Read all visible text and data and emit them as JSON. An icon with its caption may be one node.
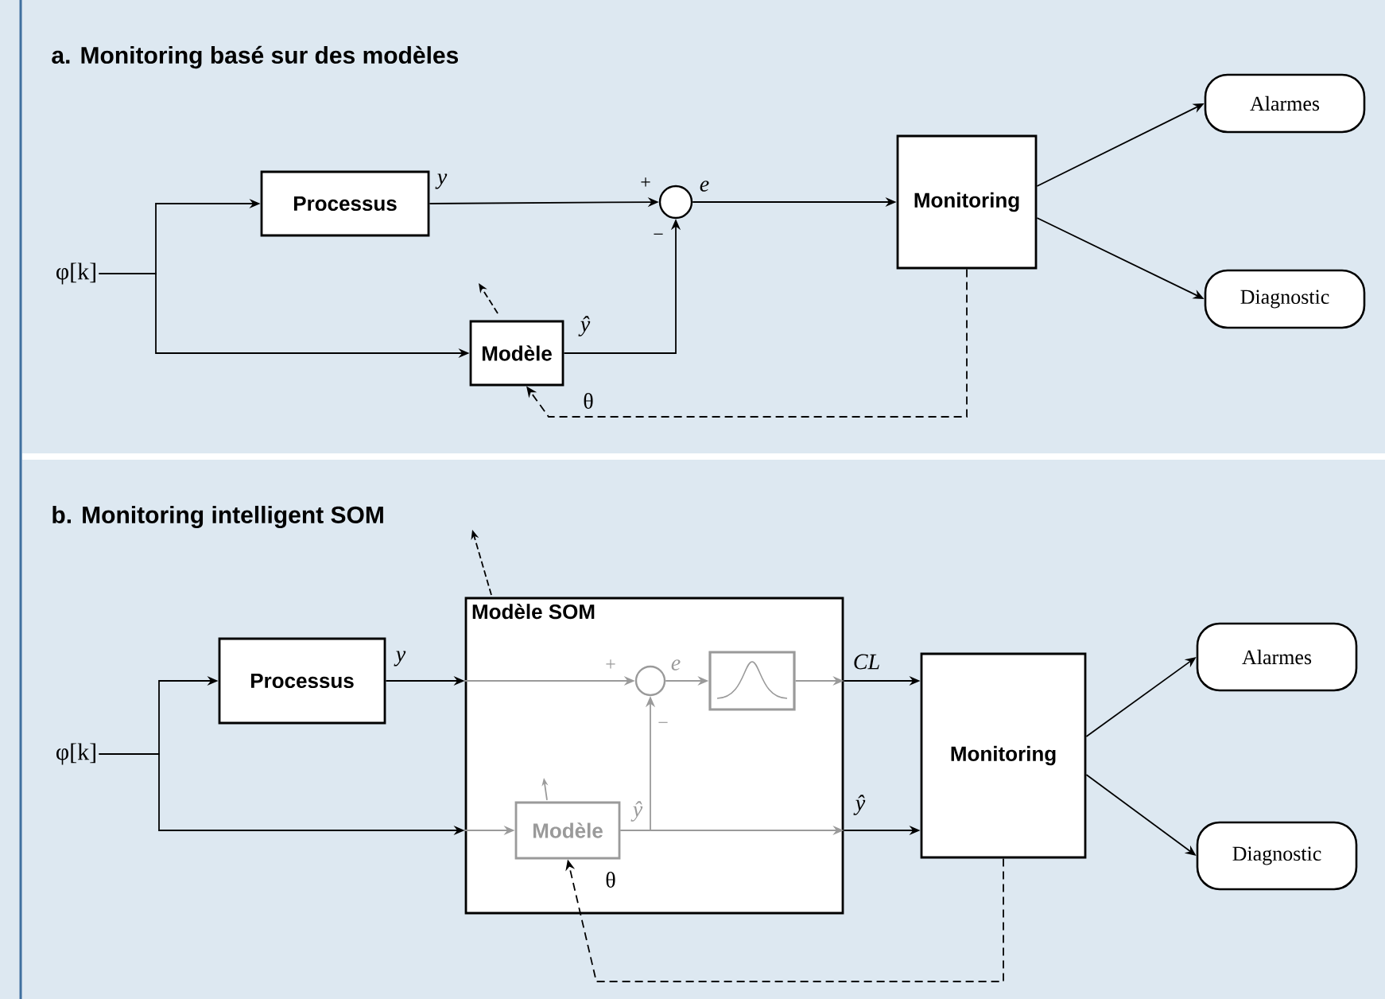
{
  "diagram": {
    "nodes": [
      {
        "text": [
          "φ[k]"
        ]
      },
      {
        "text": [
          "Processus"
        ]
      },
      {
        "text": [],
        "shape": "circle"
      },
      {
        "text": [
          "Monitoring"
        ]
      },
      {
        "text": [
          "Alarmes"
        ]
      },
      {
        "text": [
          "Diagnostic"
        ]
      },
      {
        "text": [
          "Modèle"
        ]
      },
      {
        "text": [
          "φ[k]"
        ]
      },
      {
        "text": [
          "Processus"
        ]
      },
      {
        "text": [
          "Modèle SOM"
        ]
      },
      {
        "text": [],
        "shape": "circle",
        "in": 9
      },
      {
        "text": [],
        "shape": "box",
        "in": 9
      },
      {
        "text": [
          "Modèle"
        ],
        "in": 9
      },
      {
        "text": [
          "Monitoring"
        ]
      },
      {
        "text": [
          "Alarmes"
        ]
      },
      {
        "text": [
          "Diagnostic"
        ]
      }
    ],
    "edges": [
      {
        "from": 0,
        "to": 1,
        "arrow": "to"
      },
      {
        "from": 0,
        "to": 6,
        "arrow": "to"
      },
      {
        "from": 1,
        "to": 2,
        "arrow": "to",
        "label": "y"
      },
      {
        "from": 6,
        "to": 2,
        "arrow": "to",
        "label": "ŷ"
      },
      {
        "from": 2,
        "to": 3,
        "arrow": "to",
        "label": "e"
      },
      {
        "from": 3,
        "to": 4,
        "arrow": "to"
      },
      {
        "from": 3,
        "to": 5,
        "arrow": "to"
      },
      {
        "from": 3,
        "to": 6,
        "arrow": "to",
        "label": "θ",
        "style": "dashed"
      },
      {
        "from": 7,
        "to": 8,
        "arrow": "to"
      },
      {
        "from": 7,
        "to": 9,
        "arrow": "to"
      },
      {
        "from": 8,
        "to": 9,
        "arrow": "to",
        "label": "y"
      },
      {
        "from": 9,
        "to": 10,
        "arrow": "to",
        "color": "#9a9a9a"
      },
      {
        "from": 9,
        "to": 12,
        "arrow": "to",
        "color": "#9a9a9a"
      },
      {
        "from": 12,
        "to": 10,
        "arrow": "to",
        "label": "ŷ",
        "color": "#9a9a9a"
      },
      {
        "from": 10,
        "to": 11,
        "arrow": "to",
        "label": "e",
        "color": "#9a9a9a"
      },
      {
        "from": 11,
        "to": 9,
        "arrow": "to",
        "color": "#9a9a9a"
      },
      {
        "from": 12,
        "to": 9,
        "arrow": "to",
        "color": "#9a9a9a"
      },
      {
        "from": 9,
        "to": 13,
        "arrow": "to",
        "label": "CL"
      },
      {
        "from": 9,
        "to": 13,
        "arrow": "to",
        "label": "ŷ"
      },
      {
        "from": 13,
        "to": 14,
        "arrow": "to"
      },
      {
        "from": 13,
        "to": 15,
        "arrow": "to"
      },
      {
        "from": 13,
        "to": 12,
        "arrow": "to",
        "label": "θ",
        "style": "dashed"
      }
    ],
    "labels": [
      "a. Monitoring basé sur des modèles",
      "+",
      "−",
      "b. Monitoring intelligent SOM",
      "+",
      "−"
    ]
  }
}
